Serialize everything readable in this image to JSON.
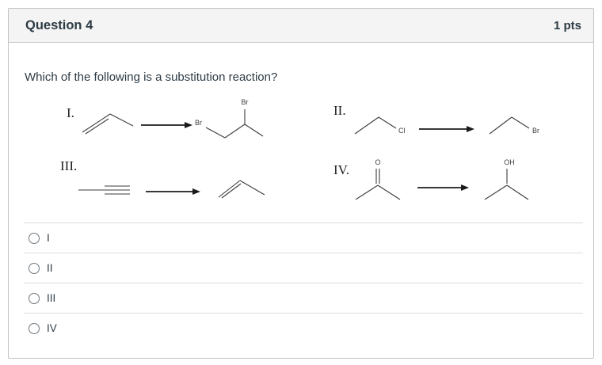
{
  "header": {
    "title": "Question 4",
    "points": "1 pts"
  },
  "question": "Which of the following is a substitution reaction?",
  "figure": {
    "reaction_i": {
      "label": "I.",
      "atom_labels": {
        "product_left": "Br",
        "product_top": "Br"
      }
    },
    "reaction_ii": {
      "label": "II.",
      "atom_labels": {
        "reactant": "Cl",
        "product": "Br"
      }
    },
    "reaction_iii": {
      "label": "III."
    },
    "reaction_iv": {
      "label": "IV.",
      "atom_labels": {
        "reactant": "O",
        "product": "OH"
      }
    }
  },
  "options": [
    {
      "label": "I",
      "selected": false
    },
    {
      "label": "II",
      "selected": false
    },
    {
      "label": "III",
      "selected": false
    },
    {
      "label": "IV",
      "selected": false
    }
  ],
  "colors": {
    "card_border": "#bfc4c8",
    "header_bg": "#f4f4f4",
    "text": "#2d3b45",
    "divider": "#dcdcdc",
    "bond_stroke": "#3d3d3d"
  }
}
